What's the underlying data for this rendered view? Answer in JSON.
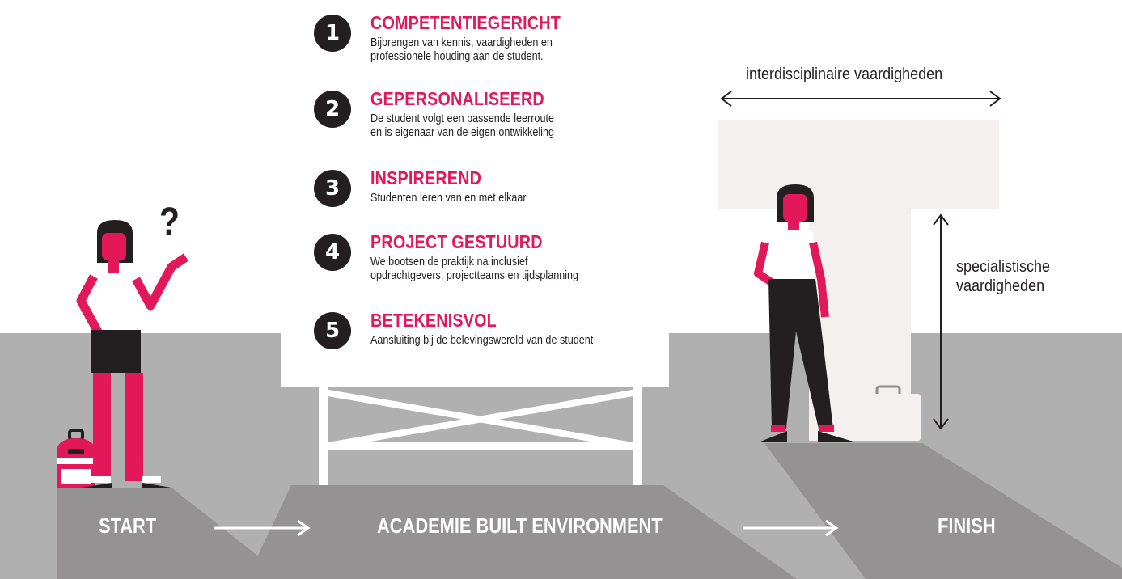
{
  "items": [
    {
      "number": "1",
      "title": "COMPETENTIEGERICHT",
      "desc": "Bijbrengen van kennis, vaardigheden en\nprofessionele houding aan de student."
    },
    {
      "number": "2",
      "title": "GEPERSONALISEERD",
      "desc": "De student volgt een passende leerroute\nen is eigenaar van de eigen ontwikkeling"
    },
    {
      "number": "3",
      "title": "INSPIREREND",
      "desc": "Studenten leren van en met elkaar"
    },
    {
      "number": "4",
      "title": "PROJECT GESTUURD",
      "desc": "We bootsen de praktijk na inclusief\nopdrachtgevers, projectteams en tijdsplanning"
    },
    {
      "number": "5",
      "title": "BETEKENISVOL",
      "desc": "Aansluiting bij de belevingswereld van de student"
    }
  ],
  "floor": {
    "start": "START",
    "middle": "ACADEMIE BUILT ENVIRONMENT",
    "finish": "FINISH"
  },
  "question_mark": "?",
  "notes": {
    "interdisciplinary": "interdisciplinaire vaardigheden",
    "specialist": "specialistische\nvaardigheden"
  },
  "colors": {
    "accent": "#e3185b",
    "dark": "#231f20",
    "floor": "#b1b0b1",
    "path": "#949293",
    "board": "#ffffff",
    "t_shape": "#f4f0ef"
  }
}
